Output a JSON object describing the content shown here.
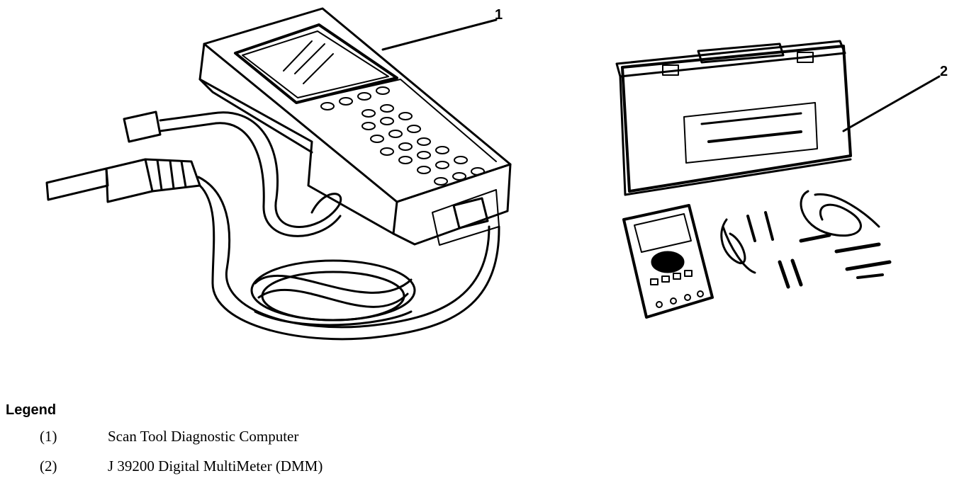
{
  "callouts": [
    "1",
    "2"
  ],
  "legend": {
    "title": "Legend",
    "items": [
      {
        "number": "(1)",
        "text": "Scan Tool Diagnostic Computer"
      },
      {
        "number": "(2)",
        "text": "J 39200 Digital MultiMeter (DMM)"
      }
    ]
  }
}
